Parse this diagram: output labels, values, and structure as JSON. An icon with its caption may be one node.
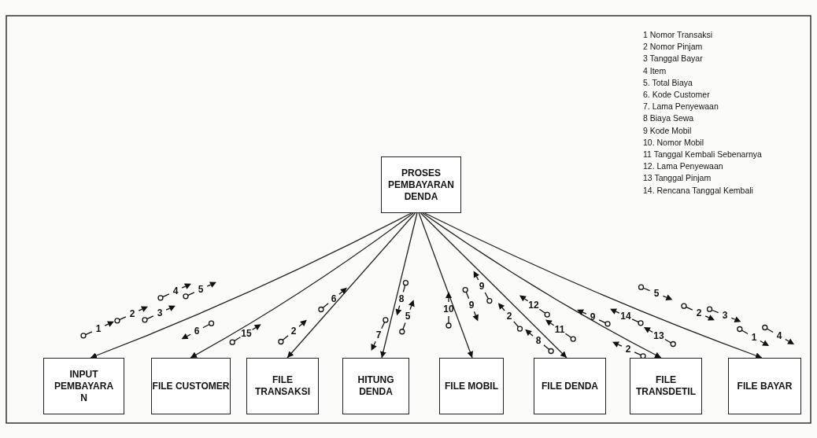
{
  "diagram": {
    "nodes": [
      {
        "text": [
          "PROSES PEMBAYARAN DENDA"
        ]
      },
      {
        "text": [
          "INPUT PEMBAYARA N"
        ]
      },
      {
        "text": [
          "FILE CUSTOMER"
        ]
      },
      {
        "text": [
          "FILE TRANSAKSI"
        ]
      },
      {
        "text": [
          "HITUNG DENDA"
        ]
      },
      {
        "text": [
          "FILE MOBIL"
        ]
      },
      {
        "text": [
          "FILE DENDA"
        ]
      },
      {
        "text": [
          "FILE TRANSDETIL"
        ]
      },
      {
        "text": [
          "FILE BAYAR"
        ]
      }
    ],
    "edges": [
      {
        "from": 0,
        "to": 1,
        "arrow": "to"
      },
      {
        "from": 0,
        "to": 2,
        "arrow": "to"
      },
      {
        "from": 0,
        "to": 3,
        "arrow": "to"
      },
      {
        "from": 0,
        "to": 4,
        "arrow": "to"
      },
      {
        "from": 0,
        "to": 5,
        "arrow": "to"
      },
      {
        "from": 0,
        "to": 6,
        "arrow": "to"
      },
      {
        "from": 0,
        "to": 7,
        "arrow": "to"
      },
      {
        "from": 0,
        "to": 8,
        "arrow": "to"
      }
    ],
    "labels": [
      "1 Nomor Transaksi",
      "2 Nomor Pinjam",
      "3 Tanggal Bayar",
      "4 Item",
      "5. Total Biaya",
      "6. Kode Customer",
      "7. Lama Penyewaan",
      "8 Biaya Sewa",
      "9 Kode Mobil",
      "10. Nomor Mobil",
      "11 Tanggal Kembali Sebenarnya",
      "12. Lama Penyewaan",
      "13 Tanggal Pinjam",
      "14. Rencana Tanggal Kembali",
      "1",
      "2",
      "3",
      "4",
      "5",
      "6",
      "15",
      "2",
      "6",
      "7",
      "8",
      "5",
      "10",
      "9",
      "9",
      "2",
      "12",
      "11",
      "8",
      "9",
      "14",
      "13",
      "2",
      "5",
      "2",
      "3",
      "1",
      "4"
    ]
  }
}
